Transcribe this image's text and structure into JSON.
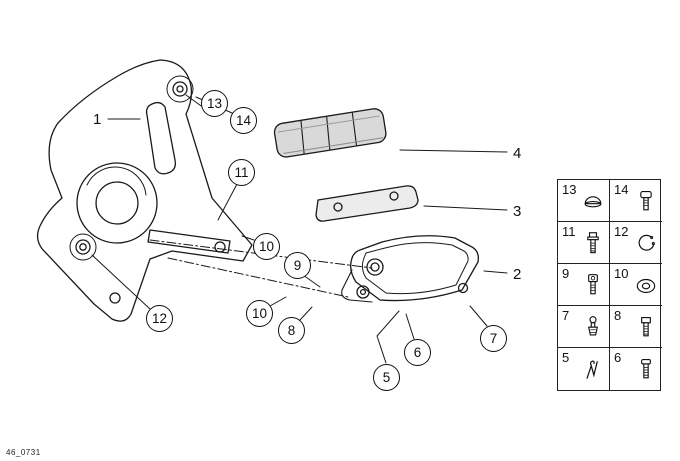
{
  "diagram": {
    "footer_code": "46_0731",
    "part_labels": [
      {
        "id": "1"
      },
      {
        "id": "4"
      },
      {
        "id": "3"
      },
      {
        "id": "2"
      }
    ],
    "callouts": [
      {
        "id": "13"
      },
      {
        "id": "14"
      },
      {
        "id": "11"
      },
      {
        "id": "10"
      },
      {
        "id": "9"
      },
      {
        "id": "10"
      },
      {
        "id": "8"
      },
      {
        "id": "12"
      },
      {
        "id": "5"
      },
      {
        "id": "6"
      },
      {
        "id": "7"
      }
    ]
  },
  "legend": {
    "cells": [
      {
        "number": "13",
        "icon": "cap-icon"
      },
      {
        "number": "14",
        "icon": "cheese-head-screw-icon"
      },
      {
        "number": "11",
        "icon": "hex-bolt-icon"
      },
      {
        "number": "12",
        "icon": "snap-ring-icon"
      },
      {
        "number": "9",
        "icon": "socket-head-screw-icon"
      },
      {
        "number": "10",
        "icon": "washer-icon"
      },
      {
        "number": "7",
        "icon": "ball-pin-icon"
      },
      {
        "number": "8",
        "icon": "hex-bolt-icon"
      },
      {
        "number": "5",
        "icon": "spring-clip-icon"
      },
      {
        "number": "6",
        "icon": "screw-icon"
      }
    ]
  },
  "colors": {
    "line": "#1a1a1a",
    "background": "#ffffff",
    "shade": "#d9d9d9"
  }
}
